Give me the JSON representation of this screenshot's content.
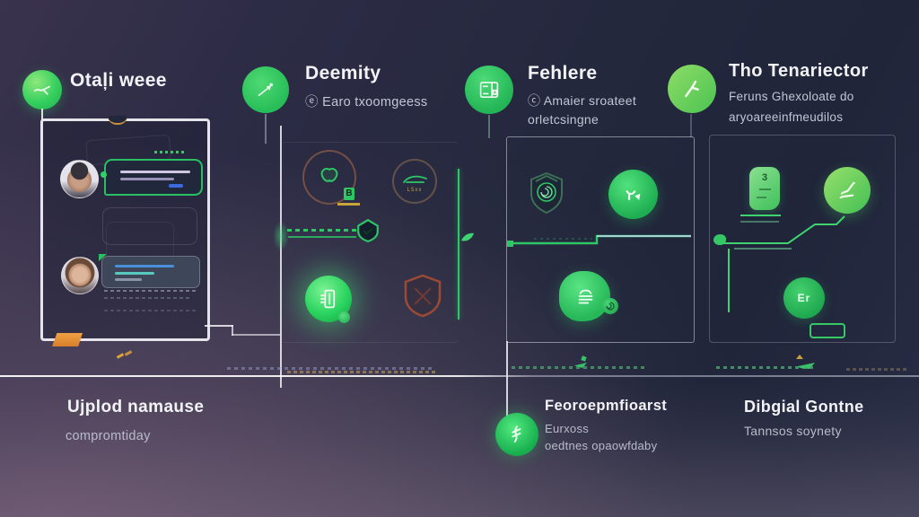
{
  "palette": {
    "accent_green": "#2ecc66",
    "accent_orange": "#e8923a",
    "shield_orange": "#b5502f",
    "panel_border": "#f0f0f5",
    "text_primary": "#f2f3f7",
    "text_secondary": "#c2c6d4"
  },
  "steps": {
    "step1": {
      "title": "Otaļi weee"
    },
    "step2": {
      "title": "Deemity",
      "subtitle": "ⓔ Earo txoomgeess"
    },
    "step3": {
      "title": "Fehlere",
      "subtitle_line1": "ⓒ Amaier sroateet",
      "subtitle_line2": "orletcsingne"
    },
    "step4": {
      "title": "Tho Tenariector",
      "subtitle_line1": "Feruns Ghexoloate do",
      "subtitle_line2": "aryoareeinfmeudilos"
    }
  },
  "panels": {
    "panel2": {
      "badge": "B",
      "chip": "L5xx"
    },
    "panel4": {
      "blob_number": "3",
      "circle_label": "Er"
    }
  },
  "footer": {
    "col1": {
      "title": "Ujplod namause",
      "subtitle": "compromtiday"
    },
    "col3": {
      "title": "Feoroepmfioarst",
      "subtitle_line1": "Eurxoss",
      "subtitle_line2": "oedtnes opaowfdaby"
    },
    "col4": {
      "title": "Dibgial Gontne",
      "subtitle": "Tannsos soynety"
    }
  }
}
